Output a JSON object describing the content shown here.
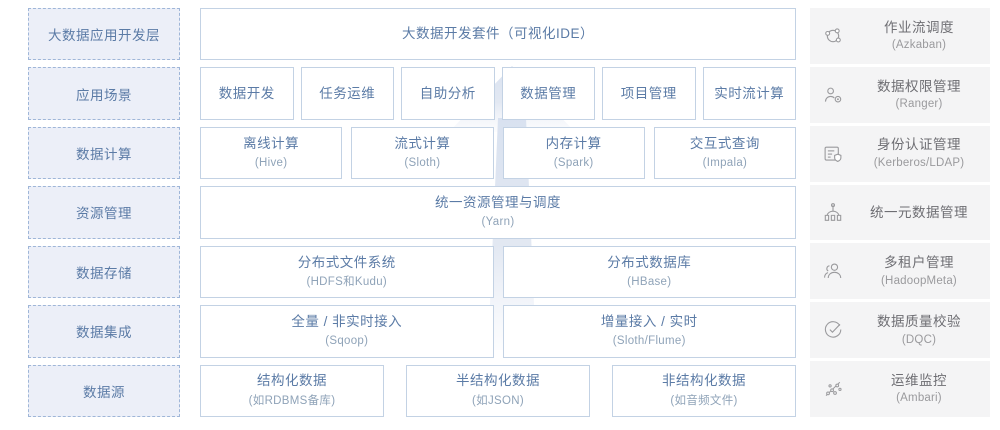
{
  "colors": {
    "label_fill": "#eceff8",
    "label_border": "#9fb6d8",
    "label_text": "#5b7ba6",
    "cell_border": "#c3d2e4",
    "cell_title": "#5b7ba6",
    "cell_sub": "#8fa3b8",
    "sidebar_fill": "#f4f4f5",
    "sidebar_text": "#6e6e73",
    "sidebar_sub": "#9a9a9d",
    "arrow_watermark": "#dde4f0"
  },
  "layers": [
    {
      "label": "大数据应用开发层",
      "cells": [
        {
          "title": "大数据开发套件（可视化IDE）",
          "sub": ""
        }
      ]
    },
    {
      "label": "应用场景",
      "cells": [
        {
          "title": "数据开发",
          "sub": ""
        },
        {
          "title": "任务运维",
          "sub": ""
        },
        {
          "title": "自助分析",
          "sub": ""
        },
        {
          "title": "数据管理",
          "sub": ""
        },
        {
          "title": "项目管理",
          "sub": ""
        },
        {
          "title": "实时流计算",
          "sub": ""
        }
      ]
    },
    {
      "label": "数据计算",
      "cells": [
        {
          "title": "离线计算",
          "sub": "(Hive)"
        },
        {
          "title": "流式计算",
          "sub": "(Sloth)"
        },
        {
          "title": "内存计算",
          "sub": "(Spark)"
        },
        {
          "title": "交互式查询",
          "sub": "(Impala)"
        }
      ]
    },
    {
      "label": "资源管理",
      "cells": [
        {
          "title": "统一资源管理与调度",
          "sub": "(Yarn)"
        }
      ]
    },
    {
      "label": "数据存储",
      "cells": [
        {
          "title": "分布式文件系统",
          "sub": "(HDFS和Kudu)"
        },
        {
          "title": "分布式数据库",
          "sub": "(HBase)"
        }
      ]
    },
    {
      "label": "数据集成",
      "cells": [
        {
          "title": "全量 / 非实时接入",
          "sub": "(Sqoop)"
        },
        {
          "title": "增量接入 / 实时",
          "sub": "(Sloth/Flume)"
        }
      ]
    },
    {
      "label": "数据源",
      "cells": [
        {
          "title": "结构化数据",
          "sub": "(如RDBMS备库)"
        },
        {
          "title": "半结构化数据",
          "sub": "(如JSON)"
        },
        {
          "title": "非结构化数据",
          "sub": "(如音频文件)"
        }
      ]
    }
  ],
  "sidebar": {
    "items": [
      {
        "icon": "workflow-nodes-icon",
        "title": "作业流调度",
        "sub": "(Azkaban)"
      },
      {
        "icon": "user-permission-icon",
        "title": "数据权限管理",
        "sub": "(Ranger)"
      },
      {
        "icon": "document-shield-icon",
        "title": "身份认证管理",
        "sub": "(Kerberos/LDAP)"
      },
      {
        "icon": "metadata-tree-icon",
        "title": "统一元数据管理",
        "sub": ""
      },
      {
        "icon": "multi-user-icon",
        "title": "多租户管理",
        "sub": "(HadoopMeta)"
      },
      {
        "icon": "target-check-icon",
        "title": "数据质量校验",
        "sub": "(DQC)"
      },
      {
        "icon": "monitor-scatter-icon",
        "title": "运维监控",
        "sub": "(Ambari)"
      }
    ]
  }
}
